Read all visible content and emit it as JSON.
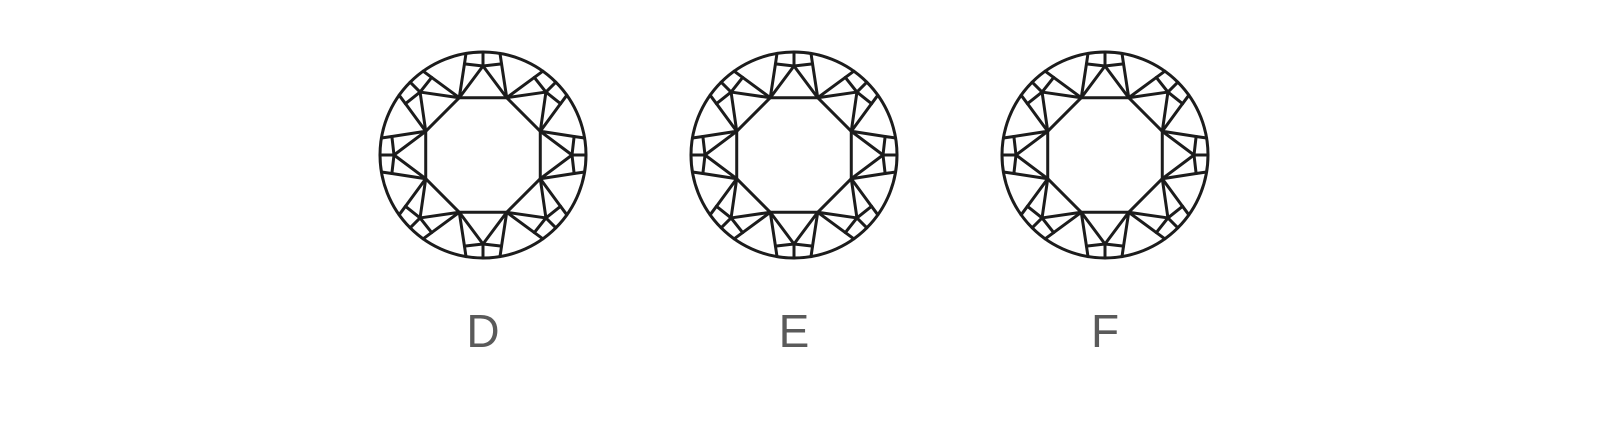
{
  "color_grades": [
    {
      "label": "D",
      "icon": "round-brilliant-diamond-icon"
    },
    {
      "label": "E",
      "icon": "round-brilliant-diamond-icon"
    },
    {
      "label": "F",
      "icon": "round-brilliant-diamond-icon"
    }
  ],
  "colors": {
    "outline": "#1c1c1c",
    "label": "#5a5a5a",
    "background": "#ffffff"
  }
}
